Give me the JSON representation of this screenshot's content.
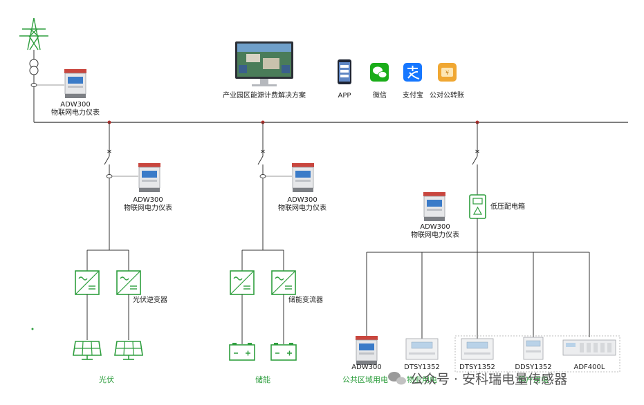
{
  "meter_label": "ADW300",
  "meter_desc": "物联网电力仪表",
  "platform_label": "产业园区能源计费解决方案",
  "apps": [
    {
      "label": "APP",
      "icon": "phone-app-icon",
      "color": "#2b3a67"
    },
    {
      "label": "微信",
      "icon": "wechat-icon",
      "color": "#1aad19"
    },
    {
      "label": "支付宝",
      "icon": "alipay-icon",
      "color": "#1677ff"
    },
    {
      "label": "公对公转账",
      "icon": "bank-transfer-icon",
      "color": "#f0a732"
    }
  ],
  "pv_inverter_label": "光伏逆变器",
  "pv_label": "光伏",
  "storage_converter_label": "储能变流器",
  "storage_label": "储能",
  "lv_box_label": "低压配电箱",
  "loads": [
    {
      "model": "ADW300",
      "label": "公共区域用电"
    },
    {
      "model": "DTSY1352",
      "label": "物业用电"
    },
    {
      "model": "DTSY1352",
      "label": ""
    },
    {
      "model": "DDSY1352",
      "label": "租户用电"
    },
    {
      "model": "ADF400L",
      "label": ""
    }
  ],
  "watermark": "公众号 · 安科瑞电量传感器",
  "colors": {
    "line": "#333333",
    "green": "#2e9e3e",
    "node": "#b0302c"
  }
}
